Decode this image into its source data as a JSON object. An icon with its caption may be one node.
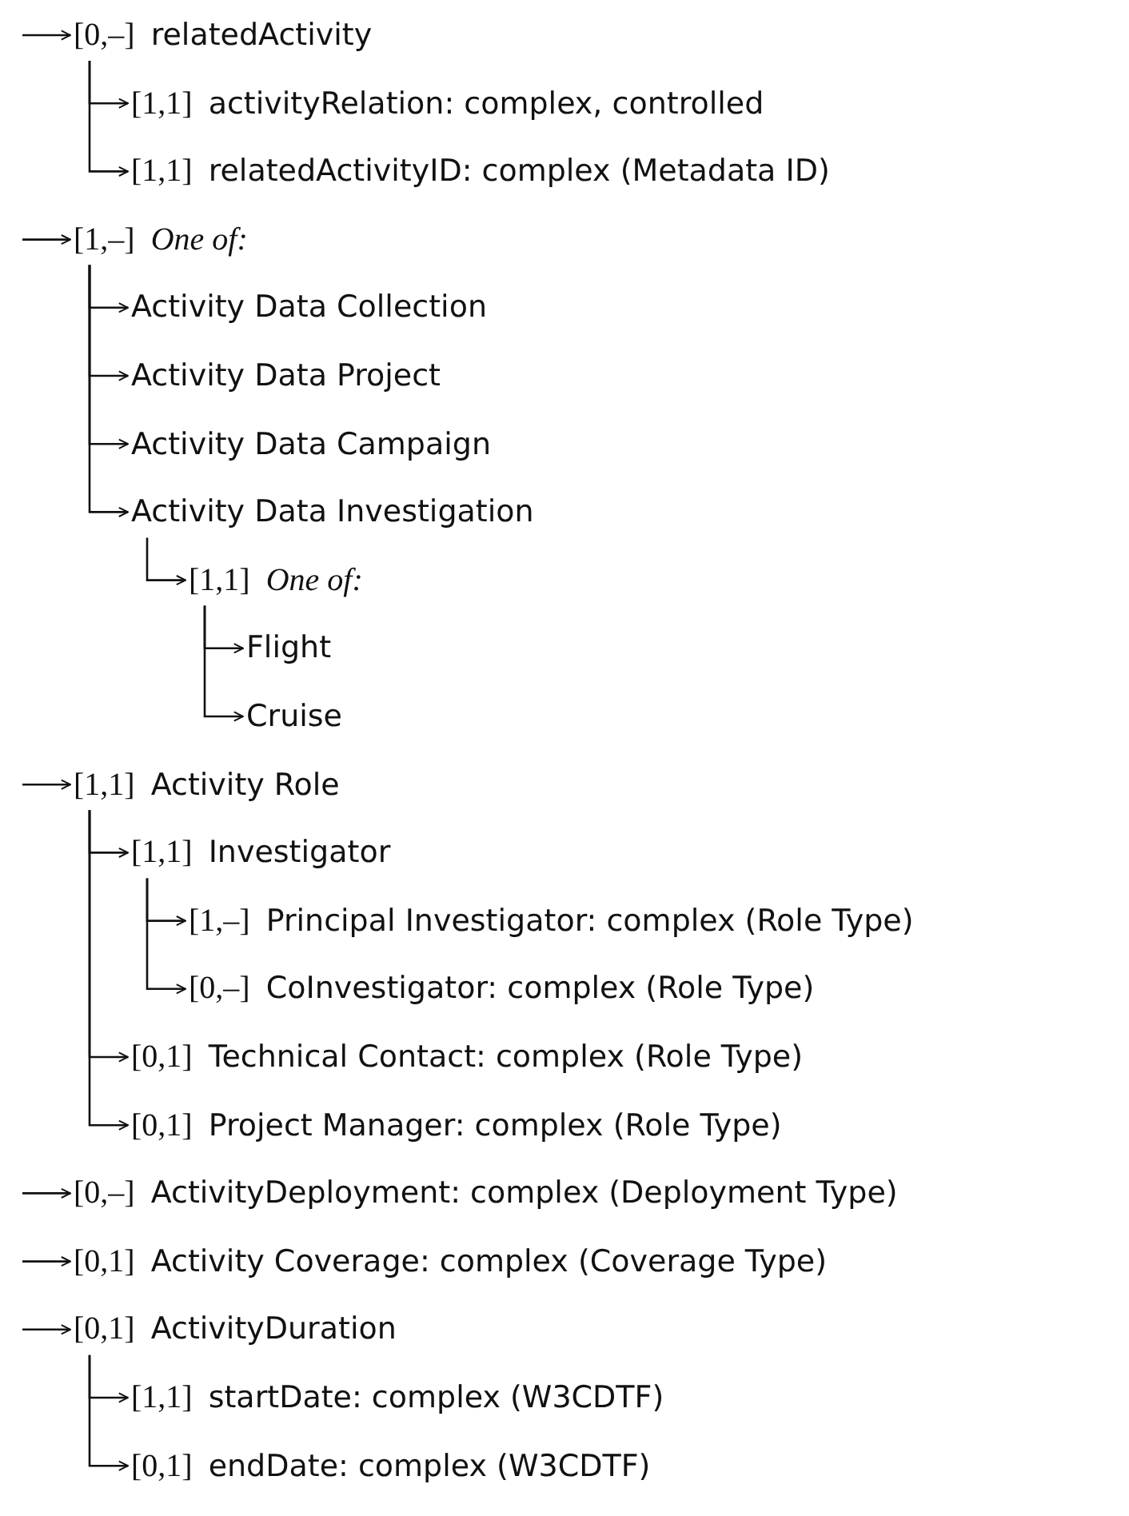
{
  "diagram": {
    "nodes": [
      {
        "text": [
          "[0,–]",
          "relatedActivity"
        ]
      },
      {
        "text": [
          "[1,1]",
          "activityRelation: complex, controlled"
        ]
      },
      {
        "text": [
          "[1,1]",
          "relatedActivityID: complex (Metadata ID)"
        ]
      },
      {
        "text": [
          "[1,–]",
          "One of:"
        ]
      },
      {
        "text": [
          "Activity Data Collection"
        ]
      },
      {
        "text": [
          "Activity Data Project"
        ]
      },
      {
        "text": [
          "Activity Data Campaign"
        ]
      },
      {
        "text": [
          "Activity Data Investigation"
        ]
      },
      {
        "text": [
          "[1,1]",
          "One of:"
        ]
      },
      {
        "text": [
          "Flight"
        ]
      },
      {
        "text": [
          "Cruise"
        ]
      },
      {
        "text": [
          "[1,1]",
          "Activity Role"
        ]
      },
      {
        "text": [
          "[1,1]",
          "Investigator"
        ]
      },
      {
        "text": [
          "[1,–]",
          "Principal Investigator: complex (Role Type)"
        ]
      },
      {
        "text": [
          "[0,–]",
          "CoInvestigator: complex (Role Type)"
        ]
      },
      {
        "text": [
          "[0,1]",
          "Technical Contact: complex (Role Type)"
        ]
      },
      {
        "text": [
          "[0,1]",
          "Project Manager: complex (Role Type)"
        ]
      },
      {
        "text": [
          "[0,–]",
          "ActivityDeployment: complex (Deployment Type)"
        ]
      },
      {
        "text": [
          "[0,1]",
          "Activity Coverage: complex (Coverage Type)"
        ]
      },
      {
        "text": [
          "[0,1]",
          "ActivityDuration"
        ]
      },
      {
        "text": [
          "[1,1]",
          "startDate: complex (W3CDTF)"
        ]
      },
      {
        "text": [
          "[0,1]",
          "endDate: complex (W3CDTF)"
        ]
      }
    ],
    "edges": [
      {
        "from": null,
        "to": 0,
        "arrow": "to"
      },
      {
        "from": 0,
        "to": 1,
        "arrow": "to"
      },
      {
        "from": 0,
        "to": 2,
        "arrow": "to"
      },
      {
        "from": null,
        "to": 3,
        "arrow": "to"
      },
      {
        "from": 3,
        "to": 4,
        "arrow": "to"
      },
      {
        "from": 3,
        "to": 5,
        "arrow": "to"
      },
      {
        "from": 3,
        "to": 6,
        "arrow": "to"
      },
      {
        "from": 3,
        "to": 7,
        "arrow": "to"
      },
      {
        "from": 7,
        "to": 8,
        "arrow": "to"
      },
      {
        "from": 8,
        "to": 9,
        "arrow": "to"
      },
      {
        "from": 8,
        "to": 10,
        "arrow": "to"
      },
      {
        "from": null,
        "to": 11,
        "arrow": "to"
      },
      {
        "from": 11,
        "to": 12,
        "arrow": "to"
      },
      {
        "from": 12,
        "to": 13,
        "arrow": "to"
      },
      {
        "from": 12,
        "to": 14,
        "arrow": "to"
      },
      {
        "from": 11,
        "to": 15,
        "arrow": "to"
      },
      {
        "from": 11,
        "to": 16,
        "arrow": "to"
      },
      {
        "from": null,
        "to": 17,
        "arrow": "to"
      },
      {
        "from": null,
        "to": 18,
        "arrow": "to"
      },
      {
        "from": null,
        "to": 19,
        "arrow": "to"
      },
      {
        "from": 19,
        "to": 20,
        "arrow": "to"
      },
      {
        "from": 19,
        "to": 21,
        "arrow": "to"
      }
    ]
  }
}
